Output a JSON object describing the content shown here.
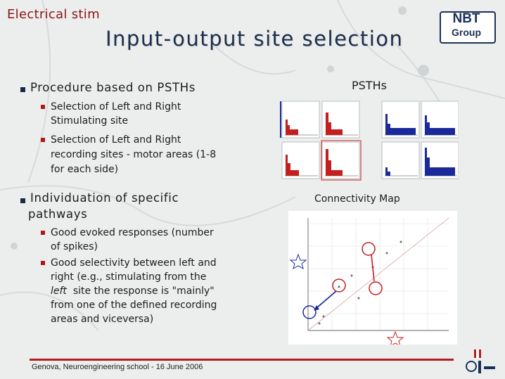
{
  "header": {
    "top_label": "Electrical stim",
    "title": "Input-output site selection"
  },
  "logo": {
    "line1": "NBT",
    "line2": "Group"
  },
  "bullets": {
    "b1": {
      "label": "Procedure based on PSTHs",
      "sub": [
        [
          "Selection of Left and Right",
          "Stimulating site"
        ],
        [
          "Selection of Left and Right",
          "recording sites - motor areas (1-8",
          "for each side)"
        ]
      ]
    },
    "b2": {
      "label": [
        "Individuation of specific",
        "pathways"
      ],
      "sub1": [
        "Good evoked responses (number",
        "of spikes)"
      ],
      "sub2": {
        "l1": "Good selectivity between left and",
        "l2": "right (e.g., stimulating from the",
        "l3_italic": "left",
        "l3_rest": "site the response is \"mainly\"",
        "l4": "from one of the defined recording",
        "l5": "areas and viceversa)"
      }
    }
  },
  "panels": {
    "psth_title": "PSTHs",
    "connectivity_title": "Connectivity Map"
  },
  "footer": {
    "text": "Genova, Neuroengineering school - 16 June 2006"
  },
  "colors": {
    "red": "#c41e1e",
    "blue": "#1a2a9a",
    "accent": "#b41d1d",
    "navy": "#1a3157"
  }
}
